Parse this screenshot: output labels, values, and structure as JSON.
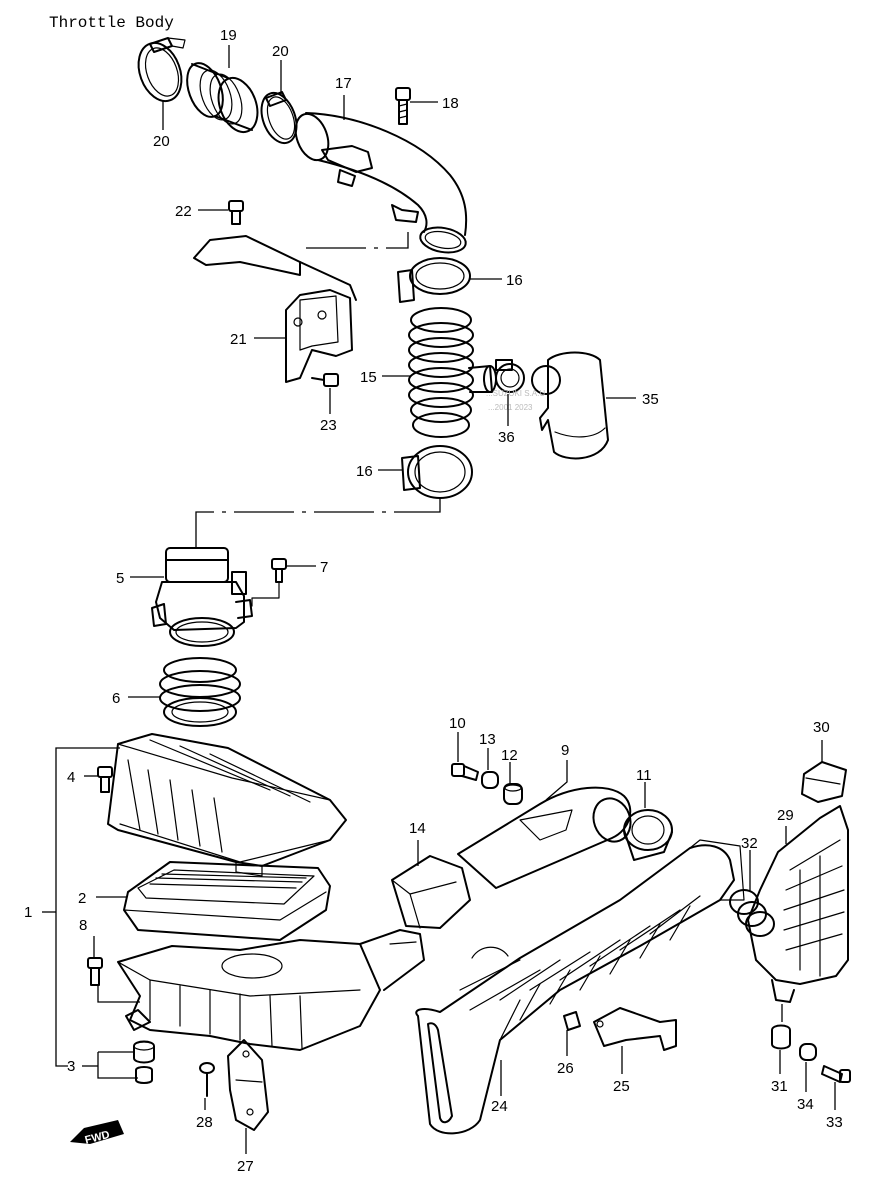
{
  "title": "Throttle Body",
  "fwd_label": "FWD",
  "watermark_lines": [
    "...SUZUKI S.A.U",
    "...2001 2023"
  ],
  "callouts": [
    "20",
    "19",
    "20",
    "17",
    "18",
    "22",
    "16",
    "21",
    "15",
    "36",
    "35",
    "23",
    "16",
    "5",
    "7",
    "6",
    "10",
    "13",
    "12",
    "9",
    "4",
    "11",
    "30",
    "14",
    "29",
    "32",
    "2",
    "1",
    "8",
    "3",
    "26",
    "25",
    "31",
    "34",
    "24",
    "28",
    "33",
    "27"
  ]
}
